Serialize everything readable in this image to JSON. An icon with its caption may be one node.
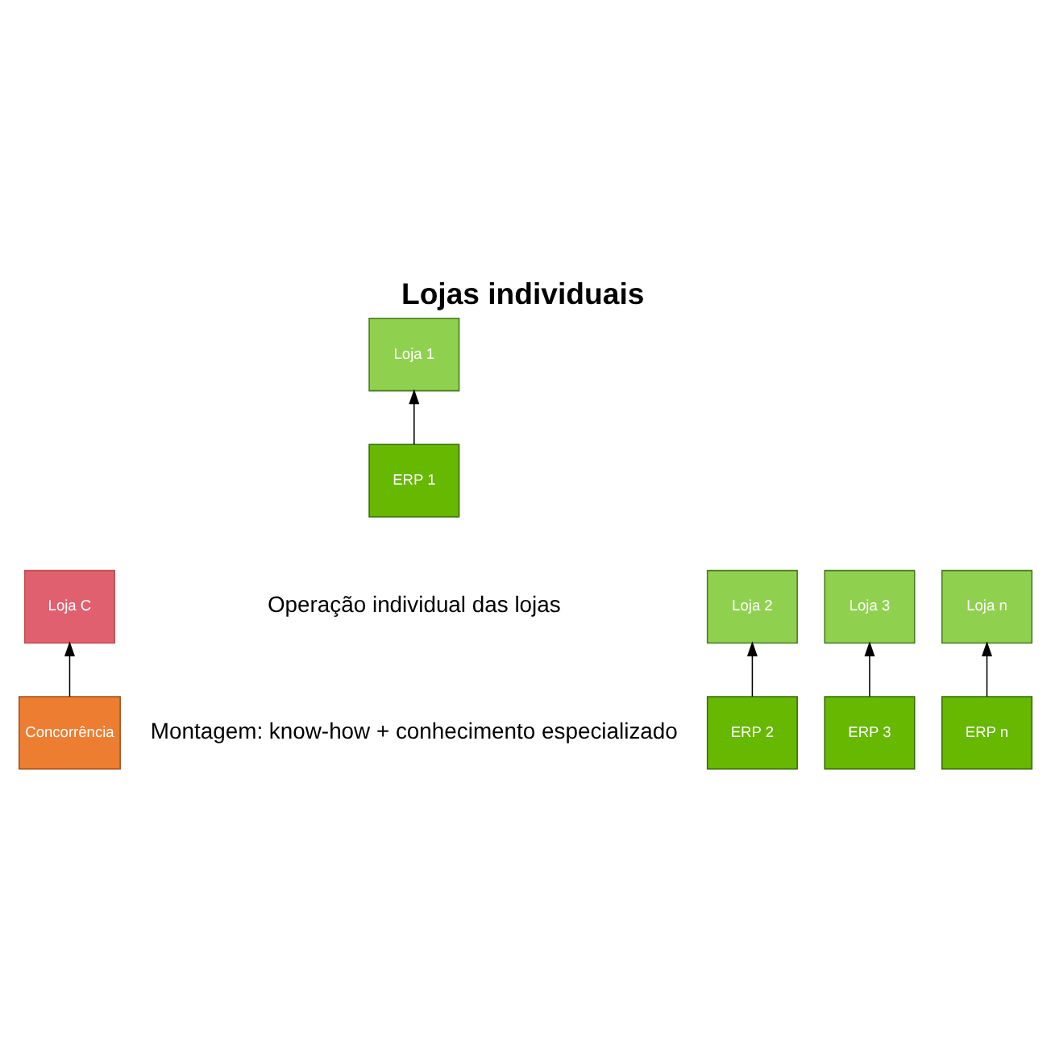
{
  "diagram": {
    "title": "Lojas individuais",
    "nodes": [
      {
        "text": [
          "Loja C"
        ]
      },
      {
        "text": [
          "Loja 1"
        ]
      },
      {
        "text": [
          "Loja 2"
        ]
      },
      {
        "text": [
          "Loja 3"
        ]
      },
      {
        "text": [
          "Loja n"
        ]
      },
      {
        "text": [
          "Concorrência"
        ]
      },
      {
        "text": [
          "ERP 1"
        ]
      },
      {
        "text": [
          "ERP 2"
        ]
      },
      {
        "text": [
          "ERP 3"
        ]
      },
      {
        "text": [
          "ERP n"
        ]
      }
    ],
    "edges": [
      {
        "from": 5,
        "to": 0,
        "arrow": "to"
      },
      {
        "from": 6,
        "to": 1,
        "arrow": "to"
      },
      {
        "from": 7,
        "to": 2,
        "arrow": "to"
      },
      {
        "from": 8,
        "to": 3,
        "arrow": "to"
      },
      {
        "from": 9,
        "to": 4,
        "arrow": "to"
      }
    ],
    "labels": [
      "Operação individual das lojas",
      "Montagem: know-how + conhecimento especializado"
    ]
  }
}
